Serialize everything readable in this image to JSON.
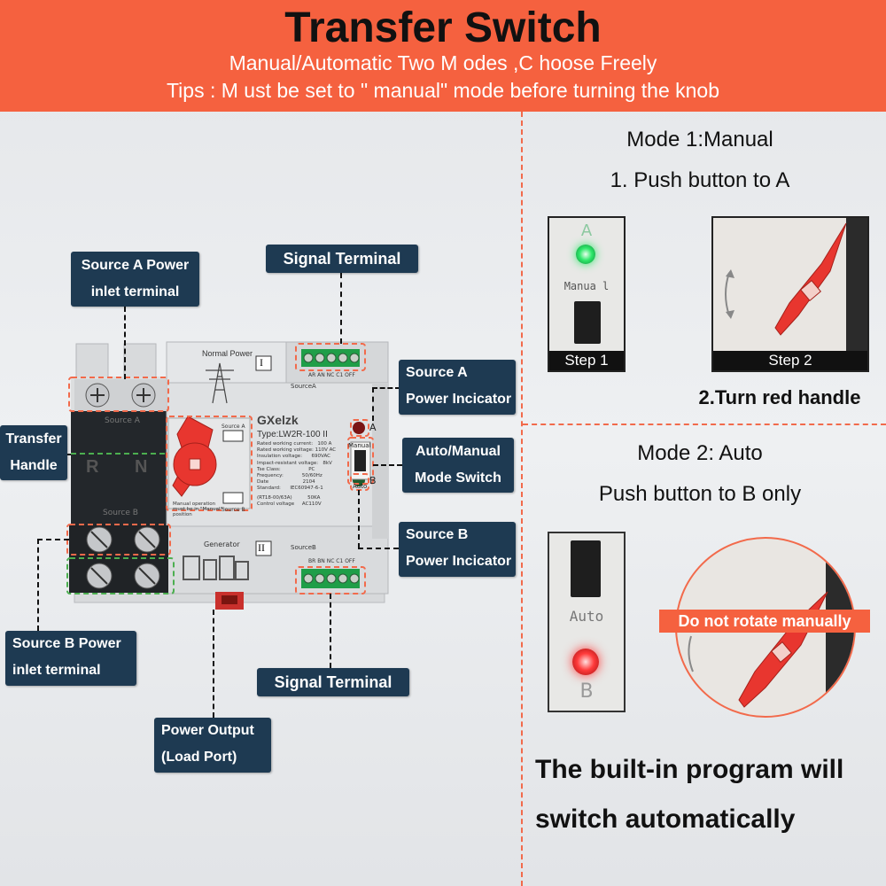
{
  "header": {
    "title": "Transfer Switch",
    "subtitle": "Manual/Automatic Two M odes ,C hoose Freely",
    "tips": "Tips : M ust be set to \" manual\" mode before turning the knob"
  },
  "callouts": {
    "source_a_inlet": [
      "Source A Power",
      "inlet terminal"
    ],
    "signal_terminal_top": "Signal Terminal",
    "source_a_indicator": [
      "Source A",
      "Power Incicator"
    ],
    "transfer_handle": [
      "Transfer",
      "Handle"
    ],
    "auto_manual_switch": [
      "Auto/Manual",
      "Mode Switch"
    ],
    "source_b_indicator": [
      "Source B",
      "Power Incicator"
    ],
    "source_b_inlet": [
      "Source B Power",
      "inlet terminal"
    ],
    "signal_terminal_bottom": "Signal Terminal",
    "power_output": [
      "Power Output",
      "(Load Port)"
    ]
  },
  "device": {
    "normal_power": "Normal Power",
    "roman_1": "I",
    "roman_2": "II",
    "source_a_label": "SourceA",
    "source_b_label": "SourceB",
    "top_terminal_labels": "AR AN NC C1 OFF",
    "bottom_terminal_labels": "BR BN NC C1 OFF",
    "brand": "GXelzk",
    "type": "Type:LW2R-100 II",
    "specs": [
      "Rated working current:   100 A",
      "Rated working voltage: 110V AC",
      "Insulation voltage:      690VAC",
      "Impact-resistant voltage:   8kV",
      "Tse Class:                  PC",
      "Frequency:            50/60Hz",
      "Date                      2104",
      "Standard:      IEC60947-6-1"
    ],
    "rt_line": "(RT18-00/63A)          50KA",
    "control_voltage": "Control voltage     AC110V",
    "window_a": "Source A",
    "window_b": "Source B",
    "manual_note": "Manual operation must be in \"Manual\" position",
    "pole_r": "R",
    "pole_n": "N",
    "strip_a": "Source A",
    "strip_b": "Source B",
    "generator": "Generator",
    "ind_a": "A",
    "ind_b": "B",
    "switch_manual": "Manual",
    "switch_auto": "Auto"
  },
  "mode1": {
    "title": "Mode 1:Manual",
    "step_text": "1. Push button to A",
    "panel1": {
      "letter": "A",
      "label": "Manua l",
      "tag": "Step 1"
    },
    "panel2": {
      "tag": "Step 2"
    },
    "caption": "2.Turn red handle"
  },
  "mode2": {
    "title": "Mode 2: Auto",
    "step_text": "Push button to B only",
    "panel": {
      "label": "Auto",
      "letter": "B"
    },
    "warning": "Do not rotate manually",
    "footer_line1": "The built-in program will",
    "footer_line2": "switch automatically"
  },
  "colors": {
    "header_bg": "#f5613f",
    "label_bg": "#1e3a52",
    "handle_red": "#e8362f",
    "led_green": "#2ee86a",
    "led_red": "#ff3b3b",
    "dash_orange": "#f26a4b"
  }
}
